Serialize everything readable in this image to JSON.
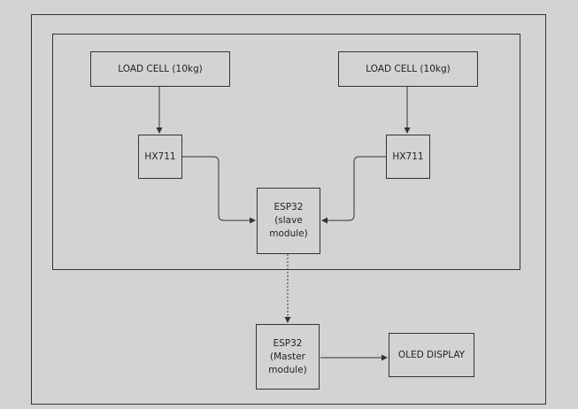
{
  "nodes": {
    "load_cell_left": "LOAD CELL (10kg)",
    "load_cell_right": "LOAD CELL (10kg)",
    "hx711_left": "HX711",
    "hx711_right": "HX711",
    "esp32_slave": {
      "line1": "ESP32",
      "line2": "(slave",
      "line3": "module)"
    },
    "esp32_master": {
      "line1": "ESP32",
      "line2": "(Master",
      "line3": "module)"
    },
    "oled_display": "OLED DISPLAY"
  },
  "colors": {
    "background": "#d3d3d3",
    "stroke": "#333333",
    "text": "#222222"
  }
}
